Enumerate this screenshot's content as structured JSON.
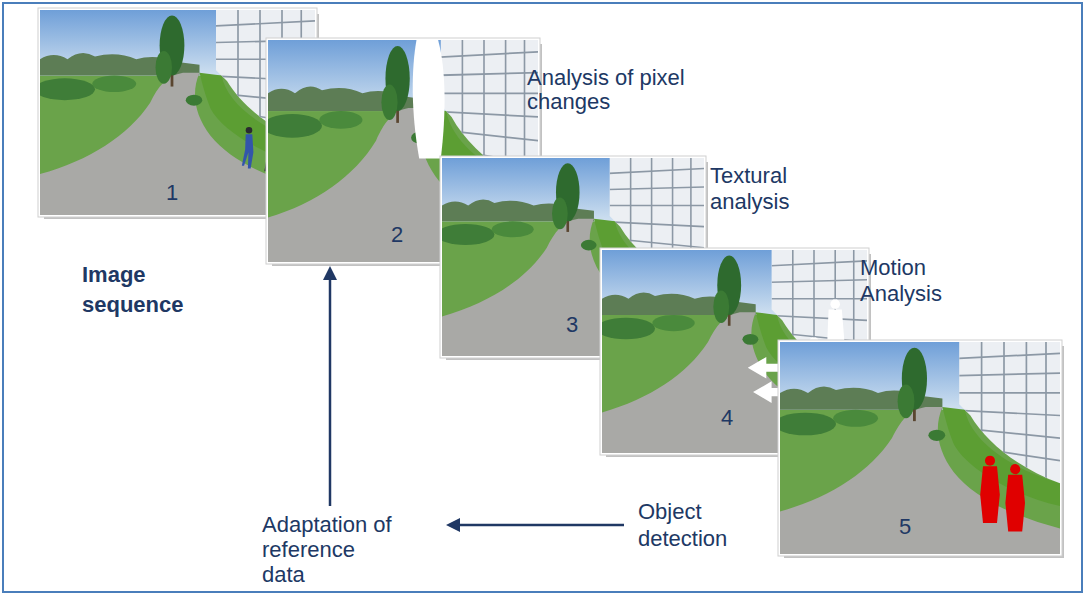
{
  "diagram": {
    "nodes": [
      {
        "text": [
          "1"
        ]
      },
      {
        "text": [
          "2"
        ]
      },
      {
        "text": [
          "3"
        ]
      },
      {
        "text": [
          "4"
        ]
      },
      {
        "text": [
          "5"
        ]
      },
      {
        "text": [
          "Adaptation of reference data"
        ]
      },
      {
        "text": [
          "Object detection"
        ]
      }
    ],
    "edges": [
      {
        "from": 6,
        "to": 5,
        "arrow": "to"
      },
      {
        "from": 5,
        "to": 1,
        "arrow": "to"
      }
    ],
    "labels": [
      "Analysis of pixel changes",
      "Textural analysis",
      "Motion Analysis",
      "Image sequence"
    ]
  }
}
